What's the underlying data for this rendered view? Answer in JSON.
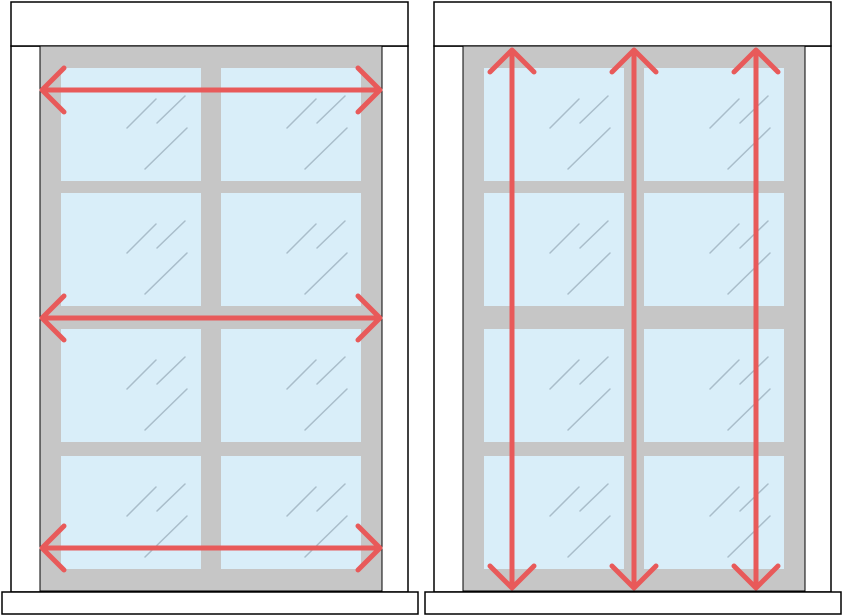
{
  "colors": {
    "background": "#ffffff",
    "trim_stroke": "#000000",
    "frame": "#c6c6c6",
    "glass": "#d9eef9",
    "glare": "#a9bdca",
    "arrow": "#e85a5a"
  },
  "panels": [
    {
      "name": "left-window-diagram",
      "pane_grid": {
        "columns": 2,
        "rows": 4
      },
      "arrow_direction": "horizontal",
      "arrow_count": 3
    },
    {
      "name": "right-window-diagram",
      "pane_grid": {
        "columns": 2,
        "rows": 4
      },
      "arrow_direction": "vertical",
      "arrow_count": 3
    }
  ]
}
